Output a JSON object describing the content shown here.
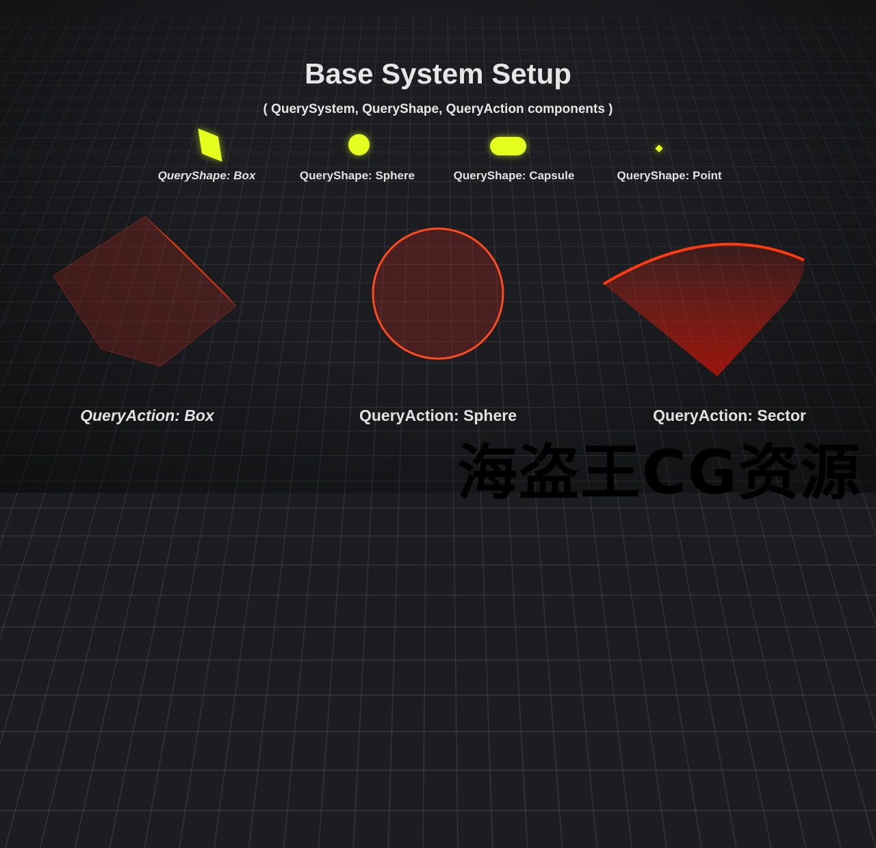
{
  "title": "Base System Setup",
  "subtitle": "( QuerySystem, QueryShape, QueryAction components )",
  "query_shapes": [
    {
      "label": "QueryShape: Box"
    },
    {
      "label": "QueryShape: Sphere"
    },
    {
      "label": "QueryShape: Capsule"
    },
    {
      "label": "QueryShape: Point"
    }
  ],
  "query_actions": [
    {
      "label": "QueryAction:  Box"
    },
    {
      "label": "QueryAction: Sphere"
    },
    {
      "label": "QueryAction: Sector"
    }
  ],
  "watermark": "海盗王CG资源",
  "colors": {
    "shape": "#e4ff1e",
    "action": "#ff3a10",
    "background": "#1c1d20"
  }
}
